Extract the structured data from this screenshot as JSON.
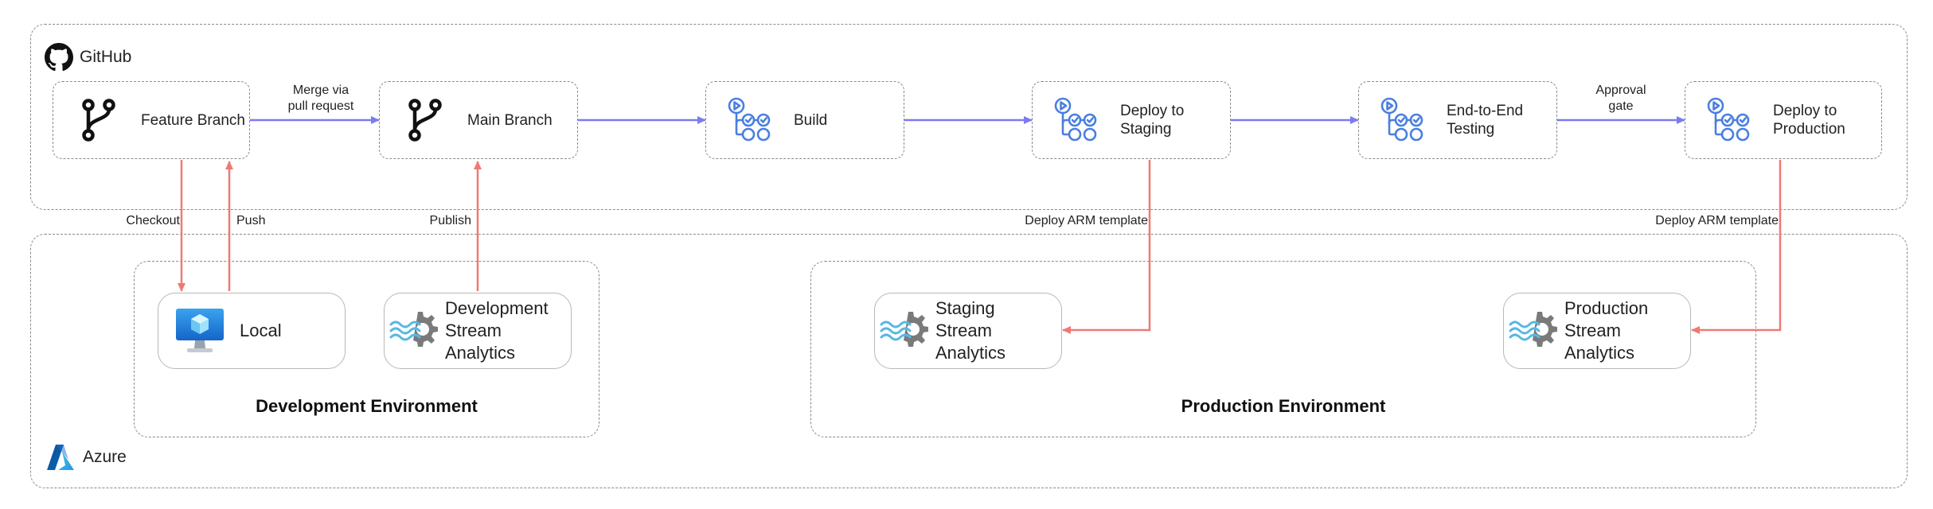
{
  "zones": {
    "github": {
      "label": "GitHub",
      "icon": "github-icon"
    },
    "azure": {
      "label": "Azure",
      "icon": "azure-icon"
    }
  },
  "steps": [
    {
      "id": "feature",
      "label": "Feature Branch",
      "icon": "branch-icon"
    },
    {
      "id": "main",
      "label": "Main Branch",
      "icon": "branch-icon"
    },
    {
      "id": "build",
      "label": "Build",
      "icon": "workflow-icon"
    },
    {
      "id": "staging",
      "label": "Deploy to\nStaging",
      "icon": "workflow-icon"
    },
    {
      "id": "e2e",
      "label": "End-to-End\nTesting",
      "icon": "workflow-icon"
    },
    {
      "id": "production",
      "label": "Deploy to\nProduction",
      "icon": "workflow-icon"
    }
  ],
  "environments": {
    "development": "Development Environment",
    "production": "Production Environment"
  },
  "resources": {
    "local": {
      "label": "Local",
      "icon": "vm-icon"
    },
    "dev_asa": {
      "label": "Development\nStream Analytics",
      "icon": "stream-analytics-icon"
    },
    "stg_asa": {
      "label": "Staging\nStream Analytics",
      "icon": "stream-analytics-icon"
    },
    "prod_asa": {
      "label": "Production\nStream Analytics",
      "icon": "stream-analytics-icon"
    }
  },
  "edge_labels": {
    "merge": "Merge via\npull request",
    "approval": "Approval\ngate",
    "checkout": "Checkout",
    "push": "Push",
    "publish": "Publish",
    "deploy_staging": "Deploy ARM template",
    "deploy_production": "Deploy ARM template"
  },
  "colors": {
    "flow": "#7b7bf0",
    "deploy": "#ee7a74",
    "workflow_icon": "#4a7fe0",
    "azure_blue": "#1f6fd6"
  }
}
